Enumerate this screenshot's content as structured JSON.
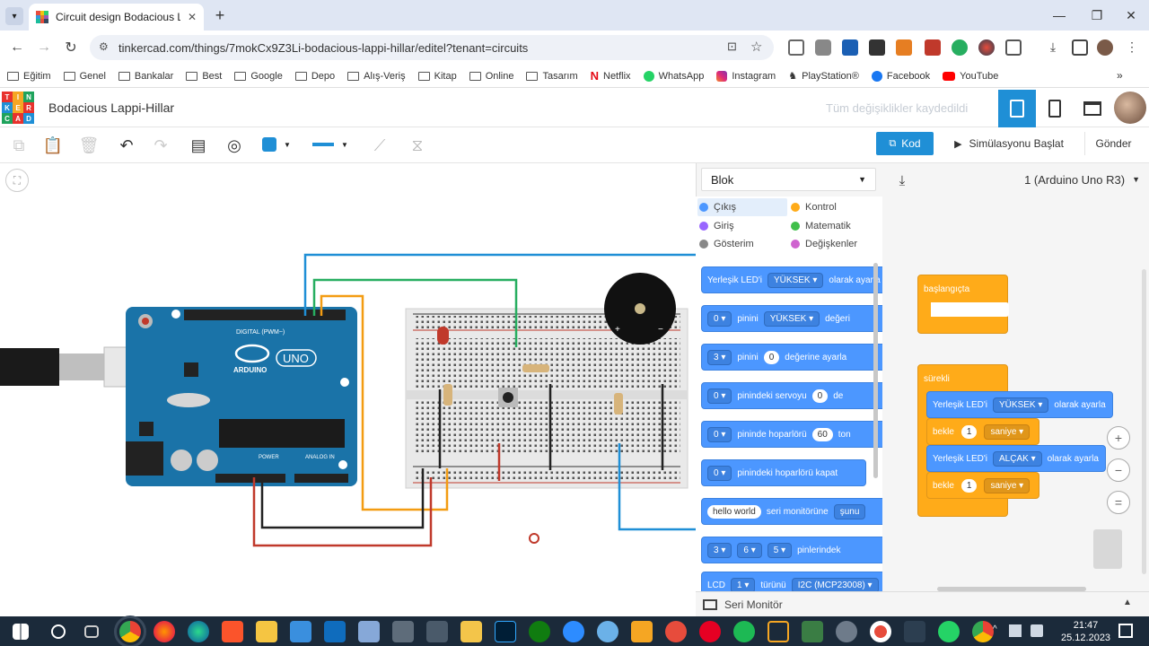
{
  "browser": {
    "tab_title": "Circuit design Bodacious Lappi-Hill",
    "url": "tinkercad.com/things/7mokCx9Z3Li-bodacious-lappi-hillar/editel?tenant=circuits",
    "bookmarks": [
      "Eğitim",
      "Genel",
      "Bankalar",
      "Best",
      "Google",
      "Depo",
      "Alış-Veriş",
      "Kitap",
      "Online",
      "Tasarım",
      "Netflix",
      "WhatsApp",
      "Instagram",
      "PlayStation®",
      "Facebook",
      "YouTube"
    ]
  },
  "header": {
    "logo_letters": [
      "TIN",
      "KER",
      "CAD"
    ],
    "project_name": "Bodacious Lappi-Hillar",
    "saved_message": "Tüm değişiklikler kaydedildi"
  },
  "toolbar": {
    "code_button": "Kod",
    "simulate_button": "Simülasyonu Başlat",
    "send_button": "Gönder"
  },
  "circuit": {
    "arduino_brand": "ARDUINO",
    "arduino_model": "UNO",
    "digital_label": "DIGITAL (PWM~)",
    "power_label": "POWER",
    "analog_label": "ANALOG IN"
  },
  "code_panel": {
    "mode_select": "Blok",
    "device_select": "1 (Arduino Uno R3)",
    "categories": [
      {
        "label": "Çıkış",
        "color": "#4c97ff"
      },
      {
        "label": "Kontrol",
        "color": "#ffab19"
      },
      {
        "label": "Giriş",
        "color": "#9966ff"
      },
      {
        "label": "Matematik",
        "color": "#40bf4a"
      },
      {
        "label": "Gösterim",
        "color": "#888888"
      },
      {
        "label": "Değişkenler",
        "color": "#cf63cf"
      }
    ],
    "palette_blocks": [
      {
        "pre": "Yerleşik LED'i",
        "dd": "YÜKSEK",
        "post": "olarak ayarla"
      },
      {
        "dd0": "0",
        "pre": "pinini",
        "dd": "YÜKSEK",
        "post": "değeri"
      },
      {
        "dd0": "3",
        "pre": "pinini",
        "pill": "0",
        "post": "değerine ayarla"
      },
      {
        "dd0": "0",
        "pre": "pinindeki servoyu",
        "pill": "0",
        "post": "de"
      },
      {
        "dd0": "0",
        "pre": "pininde hoparlörü",
        "pill": "60",
        "post": "ton"
      },
      {
        "dd0": "0",
        "pre": "pinindeki hoparlörü kapat",
        "post": ""
      },
      {
        "pill0": "hello world",
        "pre": "seri monitörüne",
        "post": "şunu"
      },
      {
        "dd0": "3",
        "dd1": "6",
        "dd2": "5",
        "pre": "pinlerindek",
        "post": ""
      },
      {
        "pre0": "LCD",
        "dd0": "1",
        "pre": "türünü",
        "dd": "I2C (MCP23008)",
        "post": ""
      }
    ],
    "script": {
      "start_label": "başlangıçta",
      "forever_label": "sürekli",
      "block1_pre": "Yerleşik LED'i",
      "block1_value": "YÜKSEK",
      "block1_post": "olarak ayarla",
      "wait1_pre": "bekle",
      "wait1_value": "1",
      "wait1_unit": "saniye",
      "block2_pre": "Yerleşik LED'i",
      "block2_value": "ALÇAK",
      "block2_post": "olarak ayarla",
      "wait2_pre": "bekle",
      "wait2_value": "1",
      "wait2_unit": "saniye"
    },
    "serial_monitor": "Seri Monitör"
  },
  "taskbar": {
    "time": "21:47",
    "date": "25.12.2023"
  }
}
